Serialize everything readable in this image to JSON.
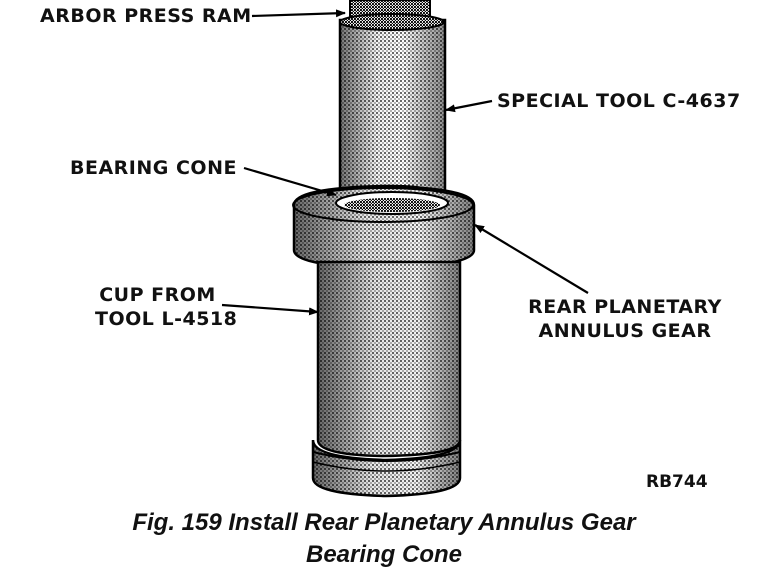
{
  "labels": {
    "arbor_press_ram": "ARBOR PRESS RAM",
    "special_tool": "SPECIAL TOOL C-4637",
    "bearing_cone": "BEARING CONE",
    "cup_from_tool_line1": "CUP FROM",
    "cup_from_tool_line2": "TOOL L-4518",
    "rear_planetary_line1": "REAR PLANETARY",
    "rear_planetary_line2": "ANNULUS GEAR"
  },
  "figure_code": "RB744",
  "caption": {
    "line1": "Fig. 159 Install Rear Planetary Annulus Gear",
    "line2": "Bearing Cone"
  }
}
